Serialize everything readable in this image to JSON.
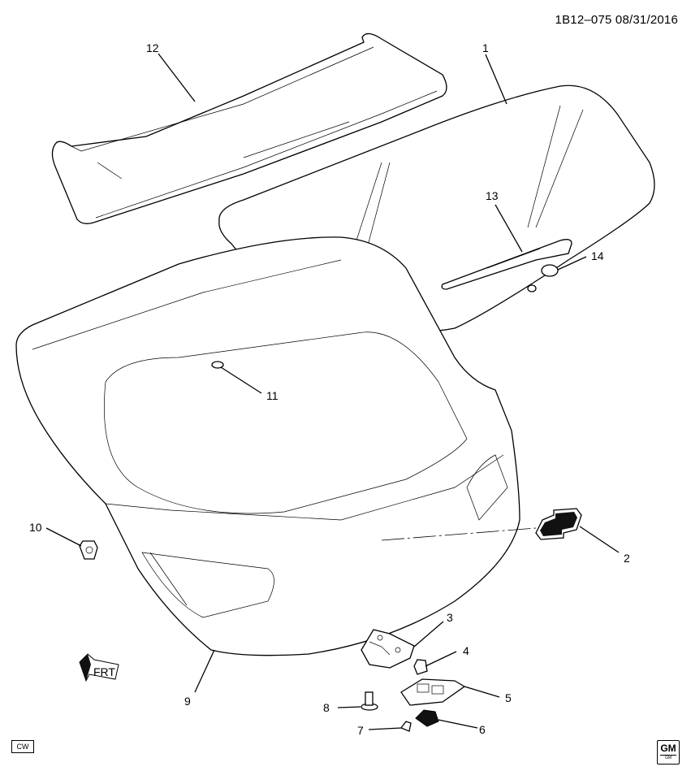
{
  "document_id": "1B12–075  08/31/2016",
  "cw_label": "CW",
  "direction_label": "FRT",
  "gm_logo": {
    "mark": "GM",
    "sub": "GM"
  },
  "callouts": [
    {
      "id": "c1",
      "label": "1"
    },
    {
      "id": "c2",
      "label": "2"
    },
    {
      "id": "c3",
      "label": "3"
    },
    {
      "id": "c4",
      "label": "4"
    },
    {
      "id": "c5",
      "label": "5"
    },
    {
      "id": "c6",
      "label": "6"
    },
    {
      "id": "c7",
      "label": "7"
    },
    {
      "id": "c8",
      "label": "8"
    },
    {
      "id": "c9",
      "label": "9"
    },
    {
      "id": "c10",
      "label": "10"
    },
    {
      "id": "c11",
      "label": "11"
    },
    {
      "id": "c12",
      "label": "12"
    },
    {
      "id": "c13",
      "label": "13"
    },
    {
      "id": "c14",
      "label": "14"
    }
  ]
}
